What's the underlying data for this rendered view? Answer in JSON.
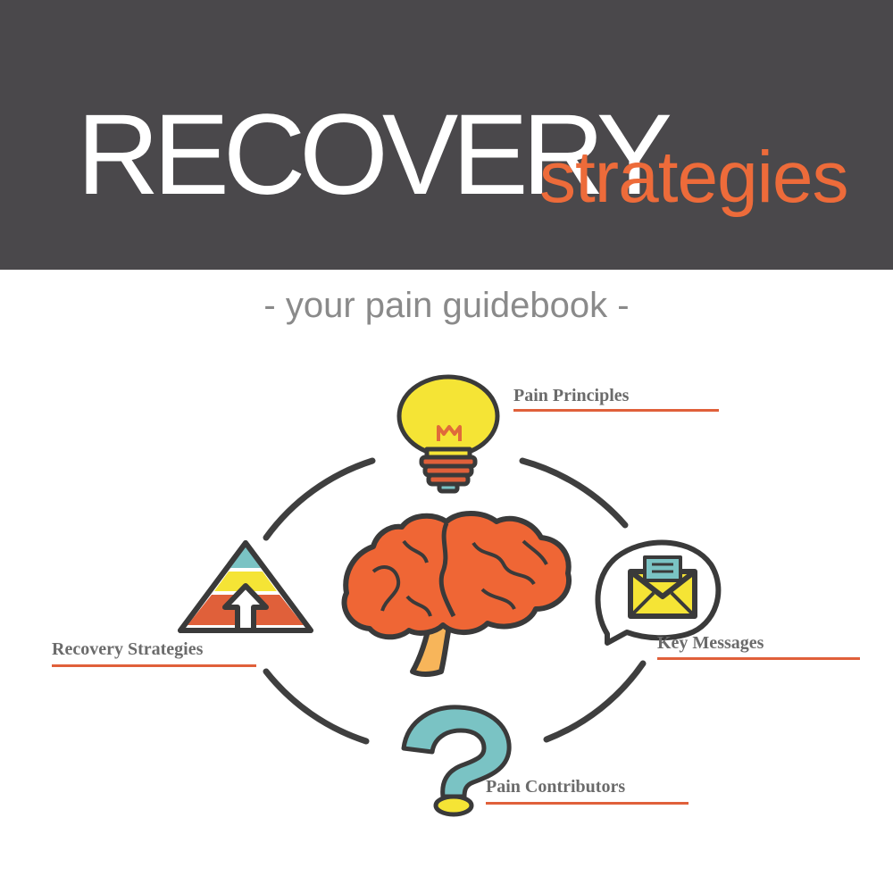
{
  "header": {
    "title_main": "RECOVERY",
    "title_sub": "strategies",
    "background_color": "#4a484b",
    "accent_color": "#ed6b3a"
  },
  "tagline": "- your pain guidebook -",
  "diagram": {
    "nodes": [
      {
        "id": "pain-principles",
        "label": "Pain Principles",
        "icon": "lightbulb-icon"
      },
      {
        "id": "key-messages",
        "label": "Key Messages",
        "icon": "envelope-speech-bubble-icon"
      },
      {
        "id": "pain-contributors",
        "label": "Pain Contributors",
        "icon": "question-mark-icon"
      },
      {
        "id": "recovery-strategies",
        "label": "Recovery Strategies",
        "icon": "pyramid-arrow-icon"
      }
    ],
    "center_icon": "brain-icon",
    "underline_color": "#e0603a",
    "cycle_stroke_color": "#3f3f3f"
  }
}
